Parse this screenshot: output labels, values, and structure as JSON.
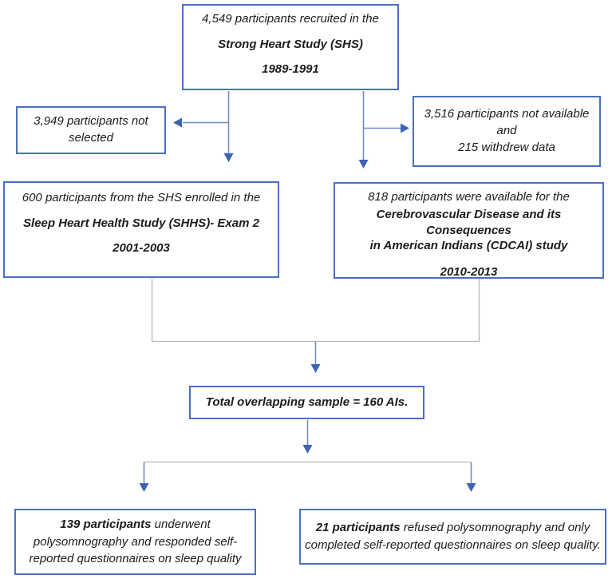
{
  "diagram": {
    "colors": {
      "box_border": "#4a70c0",
      "arrow_stem": "#6e8dcb",
      "arrow_head": "#3d63b5",
      "bracket_line": "#b4bac4",
      "text": "#1c1c1c",
      "background": "#ffffff"
    },
    "boxes": {
      "shs": {
        "line1": "4,549 participants recruited in the",
        "line2": "Strong Heart Study (SHS)",
        "line3": "1989-1991"
      },
      "not_selected": {
        "line1": "3,949 participants not",
        "line2": "selected"
      },
      "not_available": {
        "line1": "3,516 participants not available",
        "line2": "and",
        "line3": "215 withdrew data"
      },
      "shhs": {
        "line1": "600 participants from the SHS enrolled in the",
        "line2": "Sleep Heart Health Study (SHHS)- Exam 2",
        "line3": "2001-2003"
      },
      "cdcai": {
        "line1": "818 participants were available for the",
        "line2": "Cerebrovascular Disease and its Consequences",
        "line3": "in American Indians (CDCAI) study",
        "line4": "2010-2013"
      },
      "total": {
        "text": "Total overlapping sample = 160 AIs."
      },
      "psg": {
        "bold": "139 participants",
        "rest": " underwent polysomnography and responded self-reported questionnaires on sleep quality"
      },
      "refused": {
        "bold": "21 participants",
        "rest": " refused polysomnography and only completed self-reported questionnaires on sleep quality."
      }
    }
  }
}
